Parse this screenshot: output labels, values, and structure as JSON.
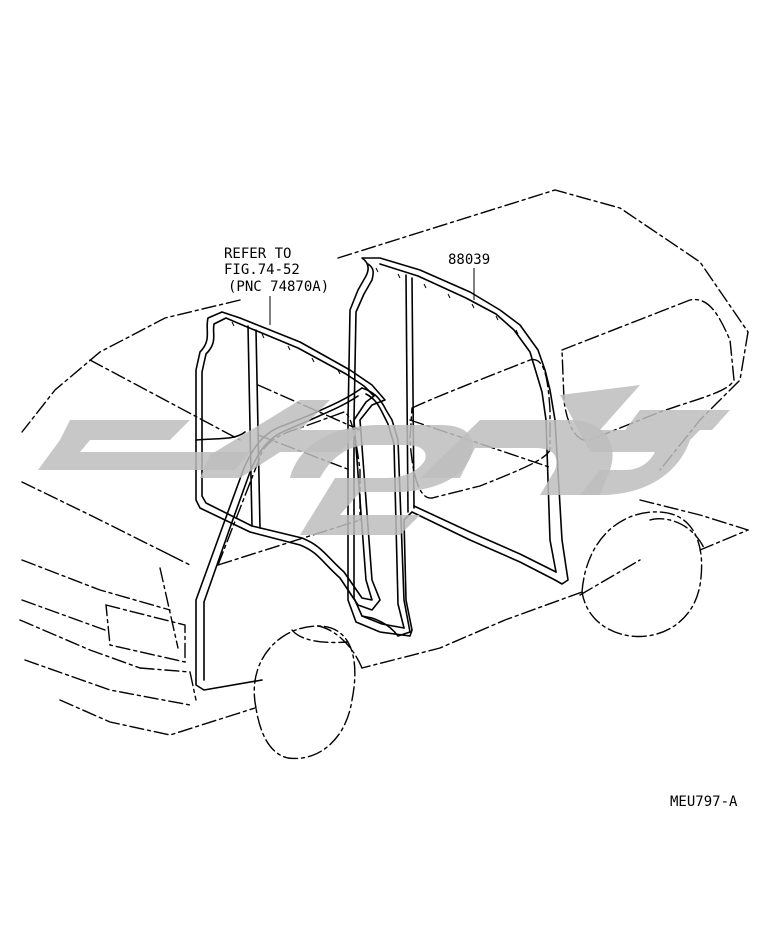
{
  "diagram": {
    "refer_label": {
      "line1": "REFER TO",
      "line2": "FIG.74-52",
      "line3": "(PNC 74870A)"
    },
    "part_label": "88039",
    "figure_code": "MEU797-A"
  }
}
